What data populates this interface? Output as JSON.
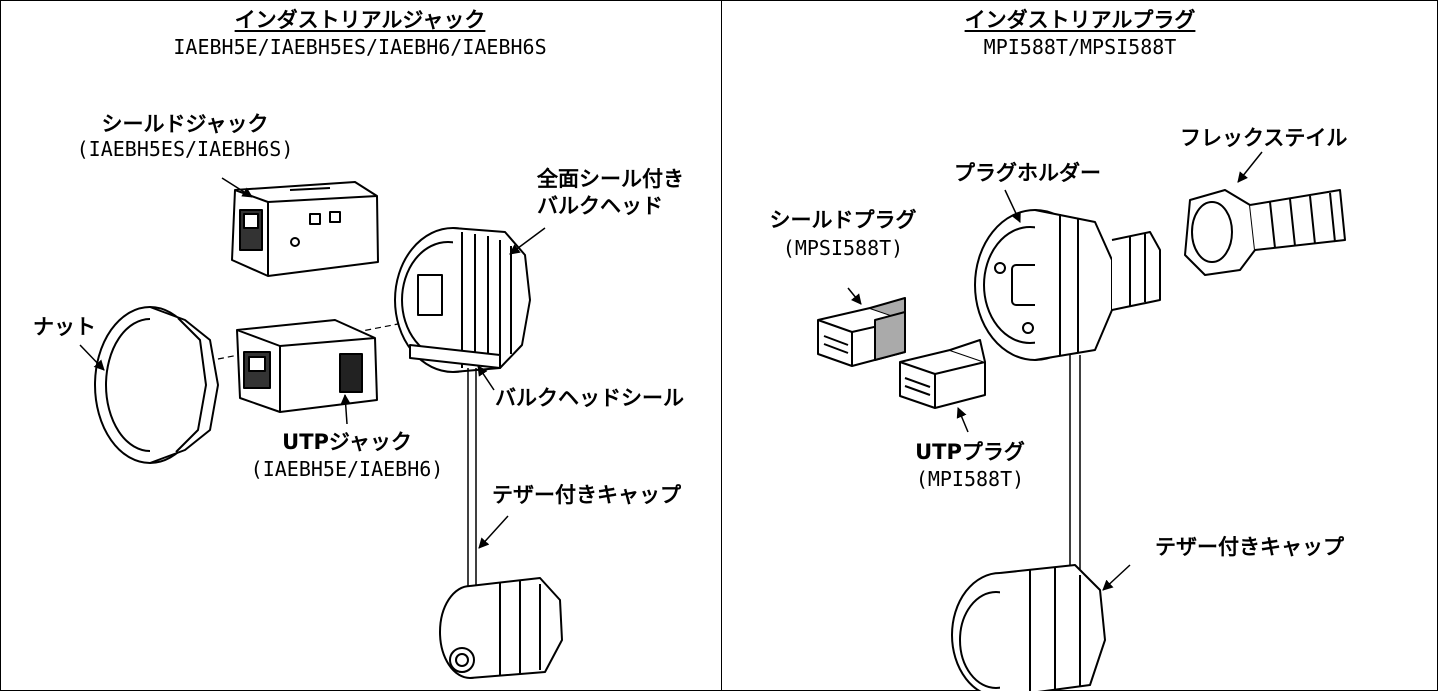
{
  "left_panel": {
    "title": "インダストリアルジャック",
    "models": "IAEBH5E/IAEBH5ES/IAEBH6/IAEBH6S",
    "labels": {
      "shield_jack": "シールドジャック",
      "shield_jack_models": "(IAEBH5ES/IAEBH6S)",
      "bulkhead_line1": "全面シール付き",
      "bulkhead_line2": "バルクヘッド",
      "nut": "ナット",
      "bulkhead_seal": "バルクヘッドシール",
      "utp_jack": "UTPジャック",
      "utp_jack_models": "(IAEBH5E/IAEBH6)",
      "tether_cap": "テザー付きキャップ"
    }
  },
  "right_panel": {
    "title": "インダストリアルプラグ",
    "models": "MPI588T/MPSI588T",
    "labels": {
      "flex_tail": "フレックステイル",
      "plug_holder": "プラグホルダー",
      "shield_plug": "シールドプラグ",
      "shield_plug_models": "(MPSI588T)",
      "utp_plug": "UTPプラグ",
      "utp_plug_models": "(MPI588T)",
      "tether_cap": "テザー付きキャップ"
    }
  }
}
